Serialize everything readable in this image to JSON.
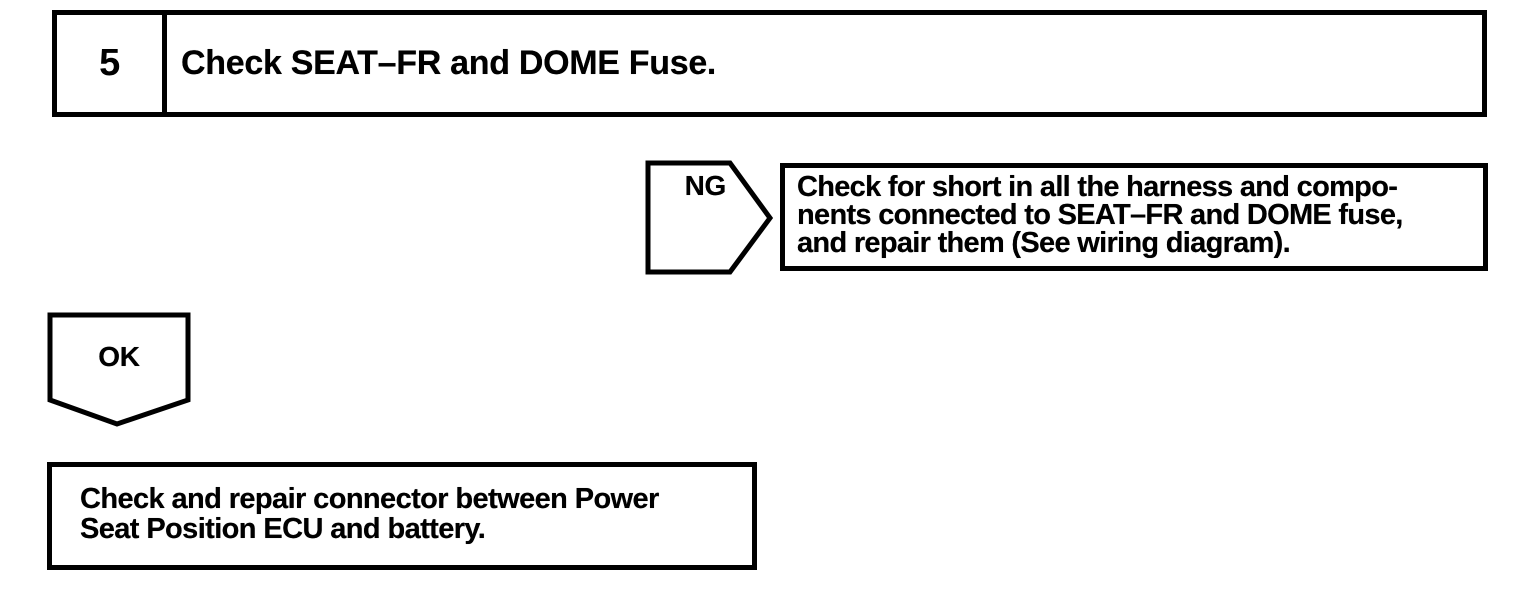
{
  "page": {
    "background": "#ffffff",
    "ink": "#000000"
  },
  "step_header": {
    "number": "5",
    "instruction": "Check SEAT–FR and DOME Fuse."
  },
  "ng_branch": {
    "label": "NG",
    "action_lines": [
      "Check for short in all the harness and compo-",
      "nents connected to SEAT–FR and DOME fuse,",
      "and repair them (See wiring diagram)."
    ]
  },
  "ok_branch": {
    "label": "OK"
  },
  "result_box": {
    "action_lines": [
      "Check and repair connector between Power",
      "Seat Position ECU and battery."
    ]
  }
}
